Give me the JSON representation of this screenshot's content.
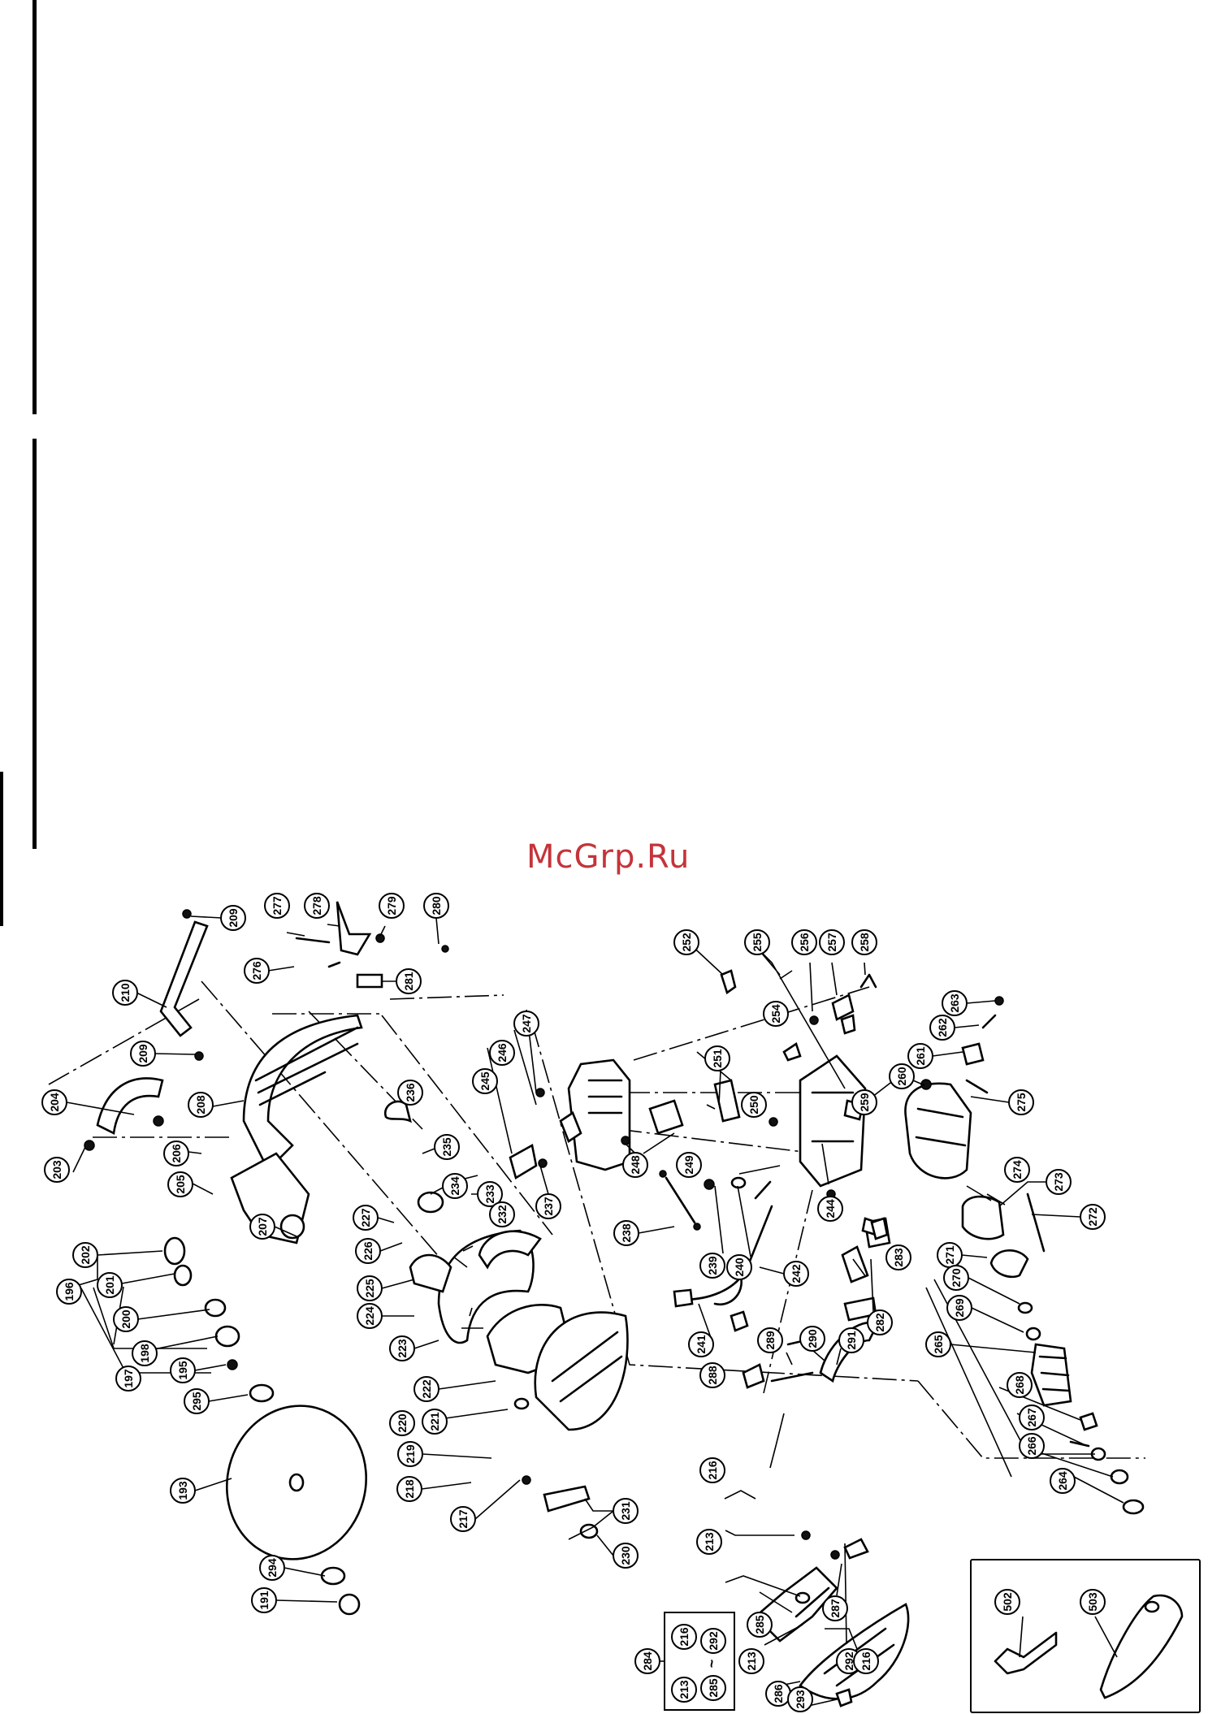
{
  "watermark": "McGrp.Ru",
  "callouts": {
    "209": "209",
    "209b": "209",
    "210": "210",
    "204": "204",
    "203": "203",
    "206": "206",
    "205": "205",
    "208": "208",
    "207": "207",
    "202": "202",
    "201": "201",
    "196": "196",
    "200": "200",
    "198": "198",
    "197": "197",
    "195": "195",
    "295": "295",
    "193": "193",
    "294": "294",
    "191": "191",
    "277": "277",
    "278": "278",
    "279": "279",
    "280": "280",
    "276": "276",
    "281": "281",
    "236": "236",
    "235": "235",
    "234": "234",
    "227": "227",
    "226": "226",
    "225": "225",
    "224": "224",
    "223": "223",
    "222": "222",
    "233": "233",
    "232": "232",
    "221": "221",
    "220": "220",
    "219": "219",
    "218": "218",
    "217": "217",
    "231": "231",
    "230": "230",
    "247": "247",
    "246": "246",
    "245": "245",
    "237": "237",
    "248": "248",
    "249": "249",
    "238": "238",
    "239": "239",
    "240": "240",
    "241": "241",
    "242": "242",
    "251": "251",
    "250": "250",
    "252": "252",
    "255": "255",
    "254": "254",
    "256": "256",
    "257": "257",
    "258": "258",
    "244": "244",
    "283": "283",
    "282": "282",
    "259": "259",
    "260": "260",
    "261": "261",
    "262": "262",
    "263": "263",
    "275": "275",
    "274": "274",
    "273": "273",
    "272": "272",
    "271": "271",
    "270": "270",
    "269": "269",
    "265": "265",
    "268": "268",
    "267": "267",
    "266": "266",
    "264": "264",
    "289": "289",
    "290": "290",
    "291": "291",
    "288": "288",
    "216": "216",
    "213": "213",
    "287": "287",
    "285": "285",
    "292": "292",
    "216b": "216",
    "213b": "213",
    "286": "286",
    "293": "293",
    "284": "284",
    "502": "502",
    "503": "503"
  },
  "kit_box": {
    "id": "284",
    "row1": [
      "216",
      "292"
    ],
    "row2": [
      "213",
      "285"
    ],
    "range_mark": "~"
  }
}
